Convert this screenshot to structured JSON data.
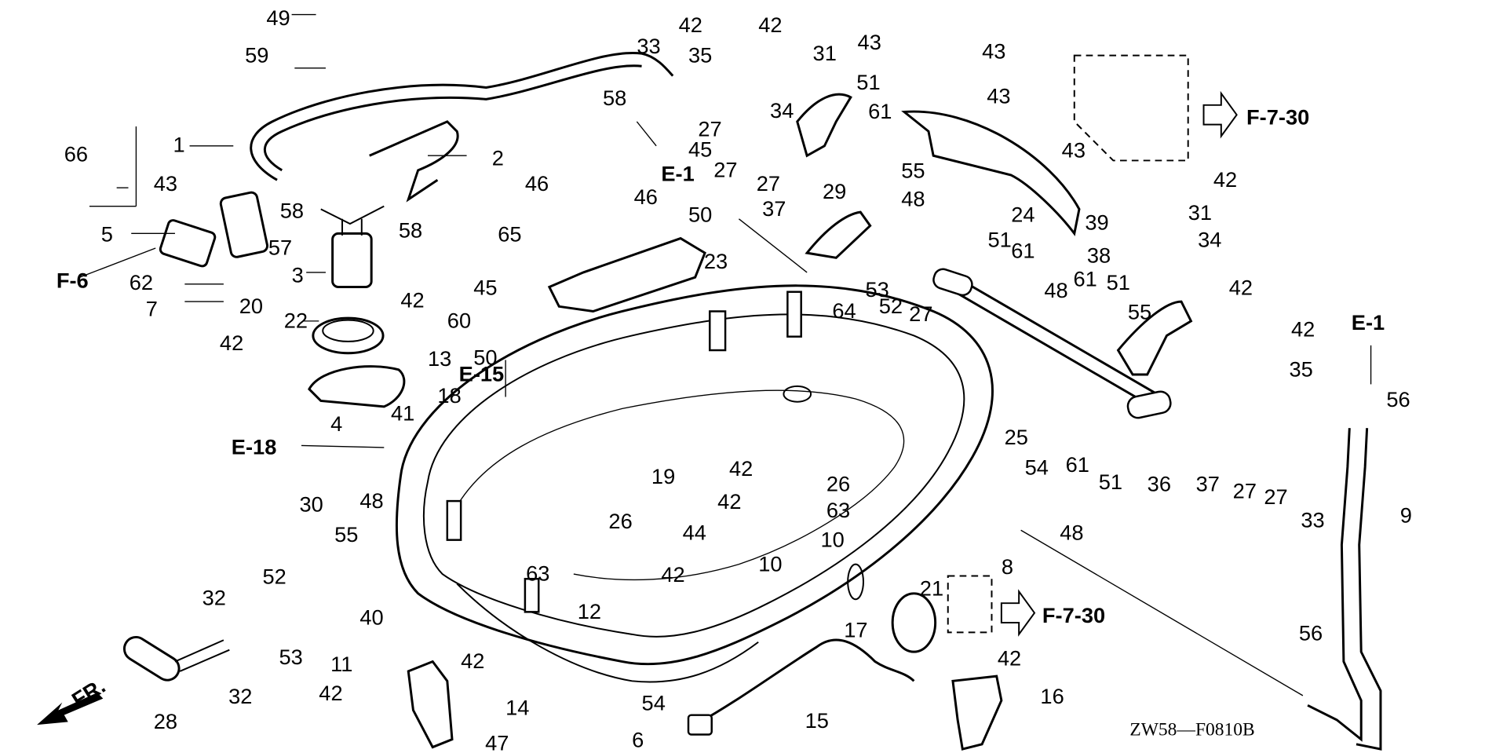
{
  "diagram": {
    "title": "Engine cover / under case exploded parts diagram",
    "drawing_code": "ZW58—F0810B",
    "front_indicator": "FR.",
    "references": [
      {
        "id": "ref-f6",
        "label": "F-6"
      },
      {
        "id": "ref-e1-top",
        "label": "E-1"
      },
      {
        "id": "ref-e1-right",
        "label": "E-1"
      },
      {
        "id": "ref-e15",
        "label": "E-15"
      },
      {
        "id": "ref-e18",
        "label": "E-18"
      },
      {
        "id": "ref-f730-top",
        "label": "F-7-30"
      },
      {
        "id": "ref-f730-bottom",
        "label": "F-7-30"
      }
    ],
    "callouts": [
      {
        "n": "49"
      },
      {
        "n": "59"
      },
      {
        "n": "1"
      },
      {
        "n": "66"
      },
      {
        "n": "43"
      },
      {
        "n": "5"
      },
      {
        "n": "57"
      },
      {
        "n": "58"
      },
      {
        "n": "58"
      },
      {
        "n": "2"
      },
      {
        "n": "3"
      },
      {
        "n": "62"
      },
      {
        "n": "7"
      },
      {
        "n": "20"
      },
      {
        "n": "22"
      },
      {
        "n": "42"
      },
      {
        "n": "4"
      },
      {
        "n": "42"
      },
      {
        "n": "60"
      },
      {
        "n": "13"
      },
      {
        "n": "41"
      },
      {
        "n": "18"
      },
      {
        "n": "45"
      },
      {
        "n": "50"
      },
      {
        "n": "65"
      },
      {
        "n": "46"
      },
      {
        "n": "46"
      },
      {
        "n": "23"
      },
      {
        "n": "58"
      },
      {
        "n": "33"
      },
      {
        "n": "42"
      },
      {
        "n": "42"
      },
      {
        "n": "35"
      },
      {
        "n": "27"
      },
      {
        "n": "27"
      },
      {
        "n": "45"
      },
      {
        "n": "27"
      },
      {
        "n": "50"
      },
      {
        "n": "31"
      },
      {
        "n": "34"
      },
      {
        "n": "37"
      },
      {
        "n": "29"
      },
      {
        "n": "51"
      },
      {
        "n": "61"
      },
      {
        "n": "55"
      },
      {
        "n": "48"
      },
      {
        "n": "43"
      },
      {
        "n": "43"
      },
      {
        "n": "43"
      },
      {
        "n": "43"
      },
      {
        "n": "24"
      },
      {
        "n": "42"
      },
      {
        "n": "39"
      },
      {
        "n": "38"
      },
      {
        "n": "31"
      },
      {
        "n": "34"
      },
      {
        "n": "64"
      },
      {
        "n": "53"
      },
      {
        "n": "52"
      },
      {
        "n": "27"
      },
      {
        "n": "51"
      },
      {
        "n": "61"
      },
      {
        "n": "48"
      },
      {
        "n": "61"
      },
      {
        "n": "51"
      },
      {
        "n": "55"
      },
      {
        "n": "42"
      },
      {
        "n": "42"
      },
      {
        "n": "35"
      },
      {
        "n": "56"
      },
      {
        "n": "25"
      },
      {
        "n": "61"
      },
      {
        "n": "51"
      },
      {
        "n": "36"
      },
      {
        "n": "37"
      },
      {
        "n": "27"
      },
      {
        "n": "27"
      },
      {
        "n": "33"
      },
      {
        "n": "9"
      },
      {
        "n": "54"
      },
      {
        "n": "48"
      },
      {
        "n": "8"
      },
      {
        "n": "19"
      },
      {
        "n": "42"
      },
      {
        "n": "26"
      },
      {
        "n": "42"
      },
      {
        "n": "63"
      },
      {
        "n": "10"
      },
      {
        "n": "26"
      },
      {
        "n": "44"
      },
      {
        "n": "10"
      },
      {
        "n": "63"
      },
      {
        "n": "42"
      },
      {
        "n": "12"
      },
      {
        "n": "30"
      },
      {
        "n": "48"
      },
      {
        "n": "55"
      },
      {
        "n": "52"
      },
      {
        "n": "32"
      },
      {
        "n": "53"
      },
      {
        "n": "40"
      },
      {
        "n": "32"
      },
      {
        "n": "28"
      },
      {
        "n": "11"
      },
      {
        "n": "42"
      },
      {
        "n": "42"
      },
      {
        "n": "14"
      },
      {
        "n": "47"
      },
      {
        "n": "54"
      },
      {
        "n": "6"
      },
      {
        "n": "21"
      },
      {
        "n": "17"
      },
      {
        "n": "15"
      },
      {
        "n": "42"
      },
      {
        "n": "16"
      },
      {
        "n": "56"
      }
    ]
  }
}
